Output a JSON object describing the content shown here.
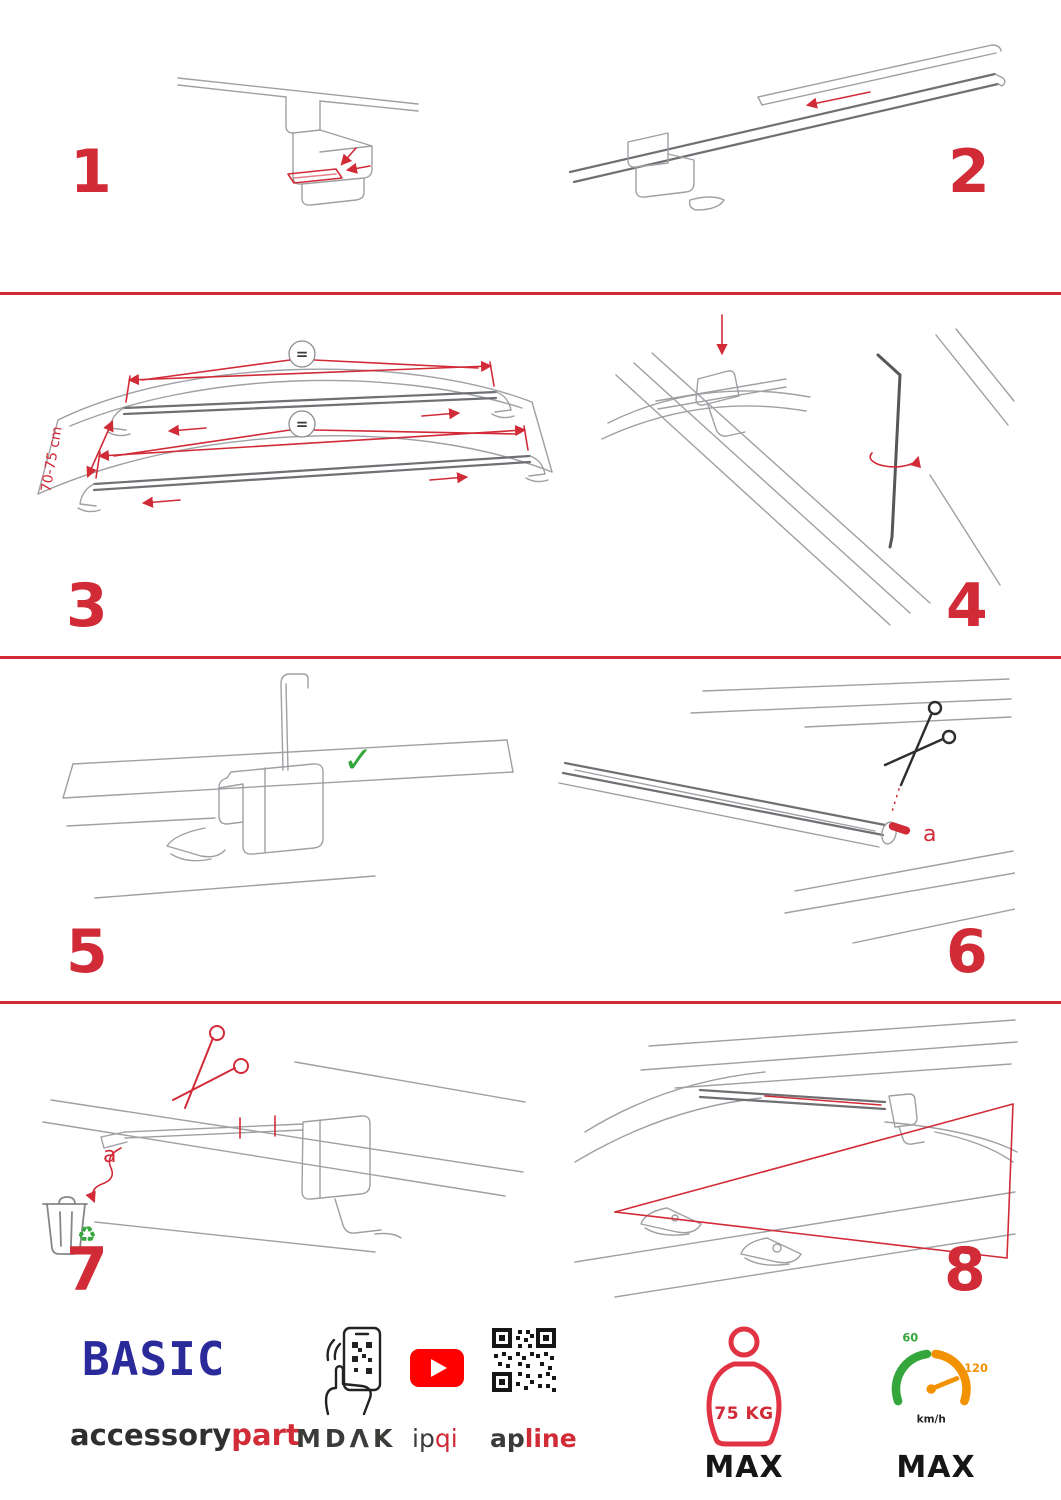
{
  "steps": {
    "s1": {
      "number": "1"
    },
    "s2": {
      "number": "2"
    },
    "s3": {
      "number": "3",
      "dimension": "70-75 cm",
      "equal_top": "=",
      "equal_bottom": "="
    },
    "s4": {
      "number": "4"
    },
    "s5": {
      "number": "5",
      "check": "✓"
    },
    "s6": {
      "number": "6",
      "label_a": "a"
    },
    "s7": {
      "number": "7",
      "label_a": "a",
      "recycle": "♻"
    },
    "s8": {
      "number": "8"
    }
  },
  "footer": {
    "brand": "BASIC",
    "wordmark_black": "accessory",
    "wordmark_red": "part",
    "logo_mdak": "MDΛK",
    "logo_ip": "ip",
    "logo_qi": "qi",
    "logo_ap": "ap",
    "logo_line": "line",
    "weight": {
      "value": "75 KG",
      "max": "MAX"
    },
    "speed": {
      "low": "60",
      "high": "120",
      "unit": "km/h",
      "max": "MAX"
    }
  },
  "colors": {
    "accent_red": "#d22b38",
    "brand_blue": "#2b2a9b",
    "youtube_red": "#ff0000",
    "green": "#35a63c",
    "orange": "#f39200"
  }
}
